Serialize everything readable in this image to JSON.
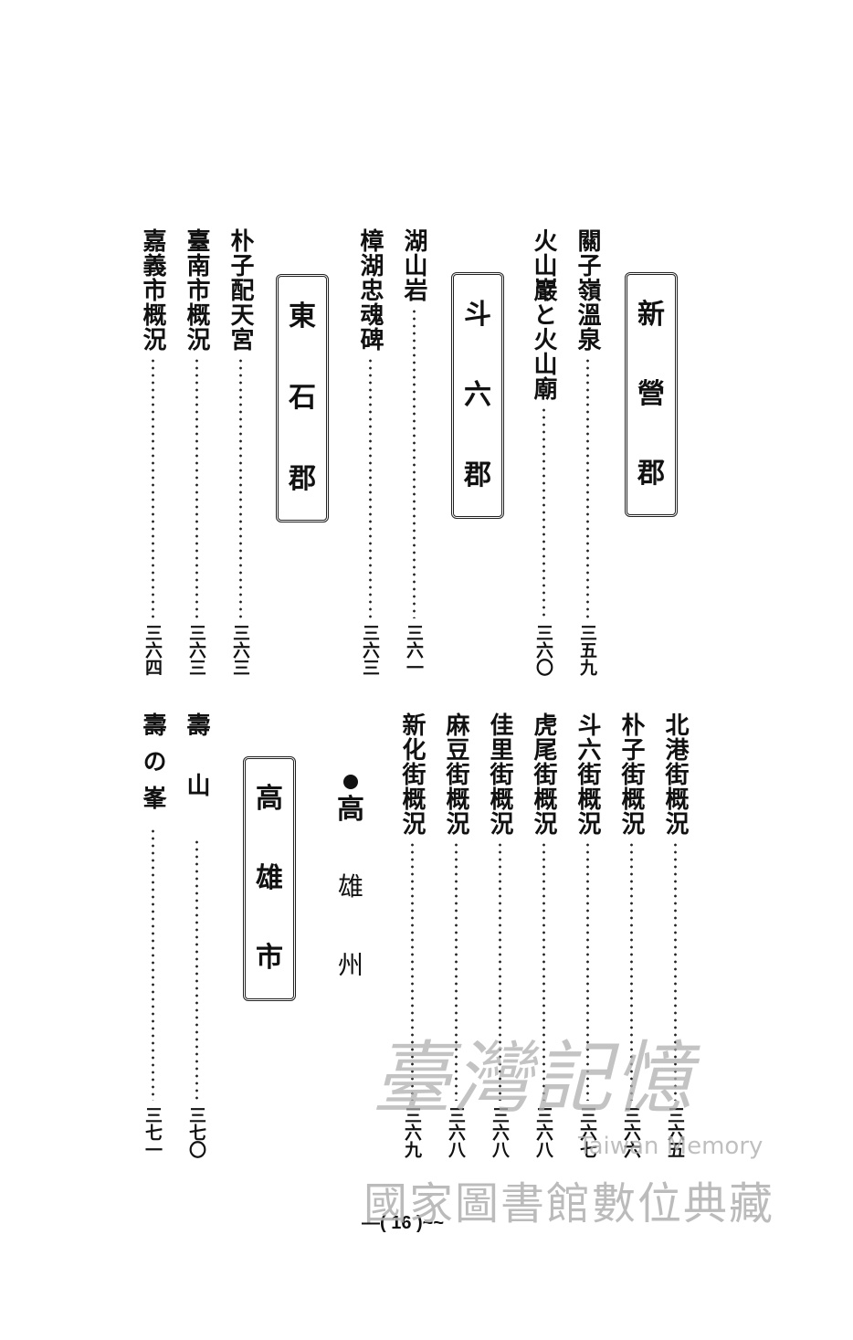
{
  "top": {
    "headings": {
      "shinei": [
        "新",
        "營",
        "郡"
      ],
      "douroku": [
        "斗",
        "六",
        "郡"
      ],
      "touseki": [
        "東",
        "石",
        "郡"
      ]
    },
    "entries": [
      {
        "title": "關子嶺溫泉",
        "page": "三五九"
      },
      {
        "title": "火山巖と火山廟",
        "page": "三六〇"
      },
      {
        "title": "湖山岩",
        "page": "三六一"
      },
      {
        "title": "樟湖忠魂碑",
        "page": "三六三"
      },
      {
        "title": "朴子配天宮",
        "page": "三六三"
      },
      {
        "title": "臺南市概況",
        "page": "三六三"
      },
      {
        "title": "嘉義市概況",
        "page": "三六四"
      }
    ]
  },
  "bottom": {
    "entries_right": [
      {
        "title": "北港街概況",
        "page": "三六五"
      },
      {
        "title": "朴子街概況",
        "page": "三六六"
      },
      {
        "title": "斗六街概況",
        "page": "三六七"
      },
      {
        "title": "虎尾街概況",
        "page": "三六八"
      },
      {
        "title": "佳里街概況",
        "page": "三六八"
      },
      {
        "title": "麻豆街概況",
        "page": "三六八"
      },
      {
        "title": "新化街概況",
        "page": "三六九"
      }
    ],
    "section": {
      "title": "高",
      "rest": [
        "雄",
        "州"
      ]
    },
    "heading": [
      "高",
      "雄",
      "市"
    ],
    "entries_left": [
      {
        "title": "壽山",
        "page": "三七〇"
      },
      {
        "title": "壽の峯",
        "page": "三七一"
      }
    ]
  },
  "page_number": "—( 16 )~~",
  "watermark": {
    "title": "臺灣記憶",
    "english": "Taiwan Memory",
    "library": "國家圖書館數位典藏"
  }
}
